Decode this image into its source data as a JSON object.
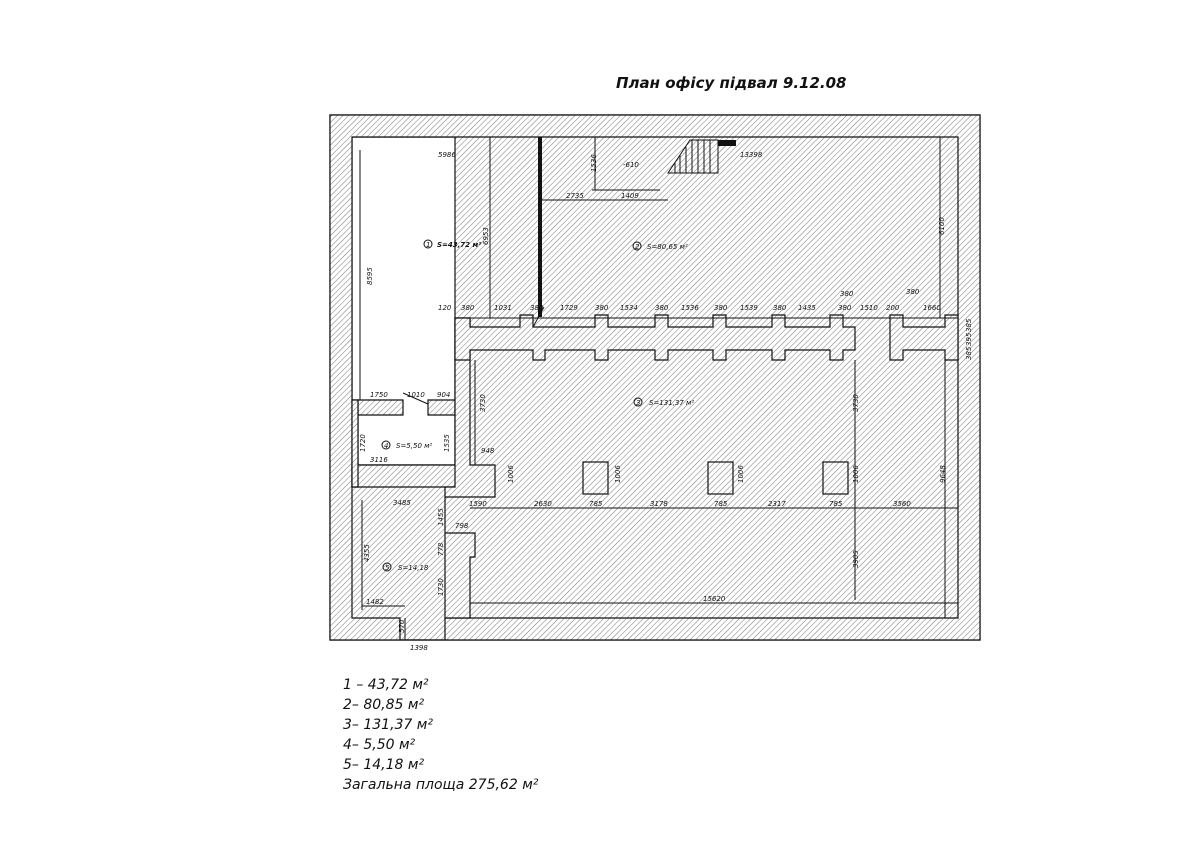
{
  "title": "План офісу підвал 9.12.08",
  "rooms": {
    "r1": {
      "num": "1",
      "area": "S=43,72 м²"
    },
    "r2": {
      "num": "2",
      "area": "S=80,65 м²"
    },
    "r3": {
      "num": "3",
      "area": "S=131,37 м²"
    },
    "r4": {
      "num": "4",
      "area": "S=5,50 м²"
    },
    "r5": {
      "num": "5",
      "area": "S=14,18"
    }
  },
  "dims": {
    "d5986": "5986",
    "d1536v": "1536",
    "level": "-610",
    "d2735": "2735",
    "d1409": "1409",
    "d13398": "13398",
    "d6953": "6953",
    "d8595": "8595",
    "d6100": "6100",
    "d120": "120",
    "d380a": "380",
    "d1031": "1031",
    "d380b": "380",
    "d1729": "1729",
    "d380c": "380",
    "d1534": "1534",
    "d380d": "380",
    "d1536": "1536",
    "d380e": "380",
    "d1539": "1539",
    "d380f": "380",
    "d1435": "1435",
    "d380g": "380",
    "d1510": "1510",
    "d200": "200",
    "d380h": "380",
    "d1660": "1660",
    "d385a": "385",
    "d395": "395",
    "d385b": "385",
    "d1750": "1750",
    "d1010": "1010",
    "d904": "904",
    "d1720": "1720",
    "d3116": "3116",
    "d1535": "1535",
    "d3730a": "3730",
    "d948": "948",
    "d1006a": "1006",
    "d1006b": "1006",
    "d1006c": "1006",
    "d1006d": "1006",
    "d1590": "1590",
    "d2630": "2630",
    "d785a": "785",
    "d3178": "3178",
    "d785b": "785",
    "d2317": "2317",
    "d785c": "785",
    "d3560": "3560",
    "d3730b": "3730",
    "d3905": "3905",
    "d9648": "9648",
    "d15620": "15620",
    "d3485": "3485",
    "d1455": "1455",
    "d798": "798",
    "d778": "778",
    "d4355": "4355",
    "d1730": "1730",
    "d1482": "1482",
    "d570": "570",
    "d1398": "1398"
  },
  "legend": [
    "1 – 43,72 м²",
    "2– 80,85 м²",
    "3– 131,37 м²",
    "4– 5,50 м²",
    "5– 14,18 м²",
    "Загальна площа 275,62 м²"
  ]
}
